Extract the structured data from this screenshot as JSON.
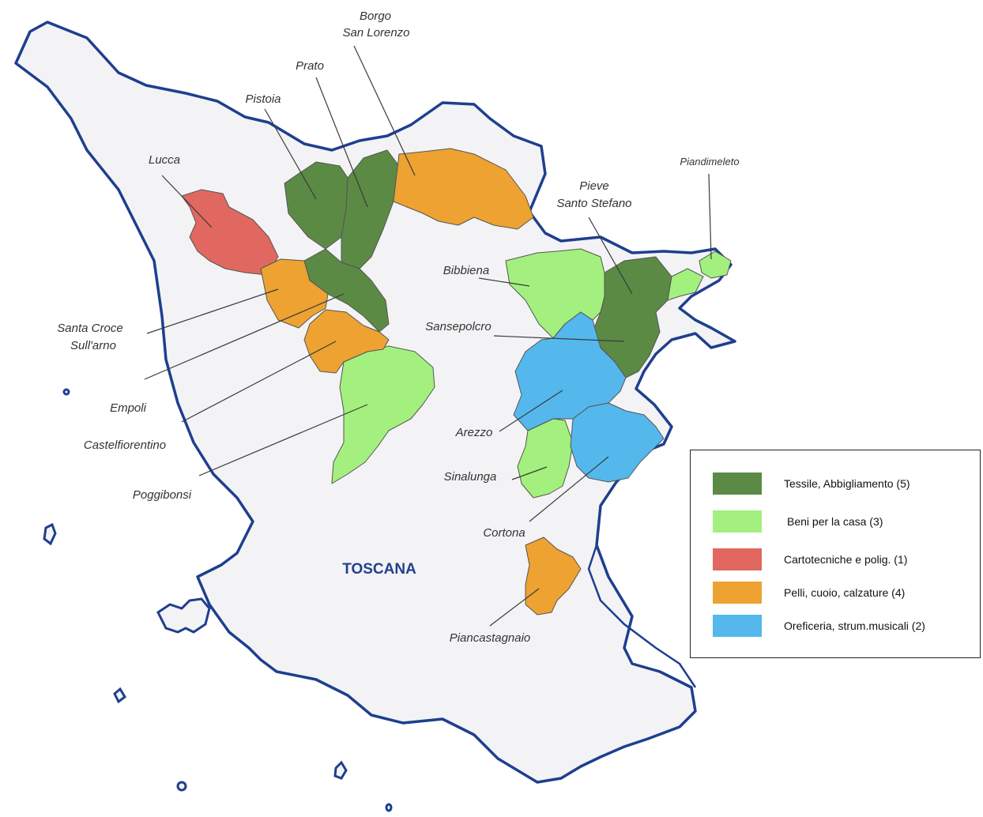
{
  "region_name": "TOSCANA",
  "colors": {
    "tessile": "#5b8a45",
    "casa": "#a3f07e",
    "carto": "#e16860",
    "pelli": "#eda232",
    "orefic": "#54b8ec",
    "land": "#f3f3f5",
    "border": "#1e3f8f"
  },
  "places": [
    {
      "name": "Borgo"
    },
    {
      "name": "San Lorenzo"
    },
    {
      "name": "Prato"
    },
    {
      "name": "Pistoia"
    },
    {
      "name": "Lucca"
    },
    {
      "name": "Piandimeleto"
    },
    {
      "name": "Pieve"
    },
    {
      "name": "Santo Stefano"
    },
    {
      "name": "Bibbiena"
    },
    {
      "name": "Sansepolcro"
    },
    {
      "name": "Santa Croce"
    },
    {
      "name": "Sull'arno"
    },
    {
      "name": "Empoli"
    },
    {
      "name": "Castelfiorentino"
    },
    {
      "name": "Poggibonsi"
    },
    {
      "name": "Arezzo"
    },
    {
      "name": "Sinalunga"
    },
    {
      "name": "Cortona"
    },
    {
      "name": "Piancastagnaio"
    }
  ],
  "legend": {
    "items": [
      {
        "label": "Tessile, Abbigliamento (5)",
        "color": "#5b8a45"
      },
      {
        "label": "Beni per la casa (3)",
        "color": "#a3f07e"
      },
      {
        "label": "Cartotecniche e polig. (1)",
        "color": "#e16860"
      },
      {
        "label": "Pelli, cuoio, calzature (4)",
        "color": "#eda232"
      },
      {
        "label": "Oreficeria, strum.musicali (2)",
        "color": "#54b8ec"
      }
    ]
  }
}
